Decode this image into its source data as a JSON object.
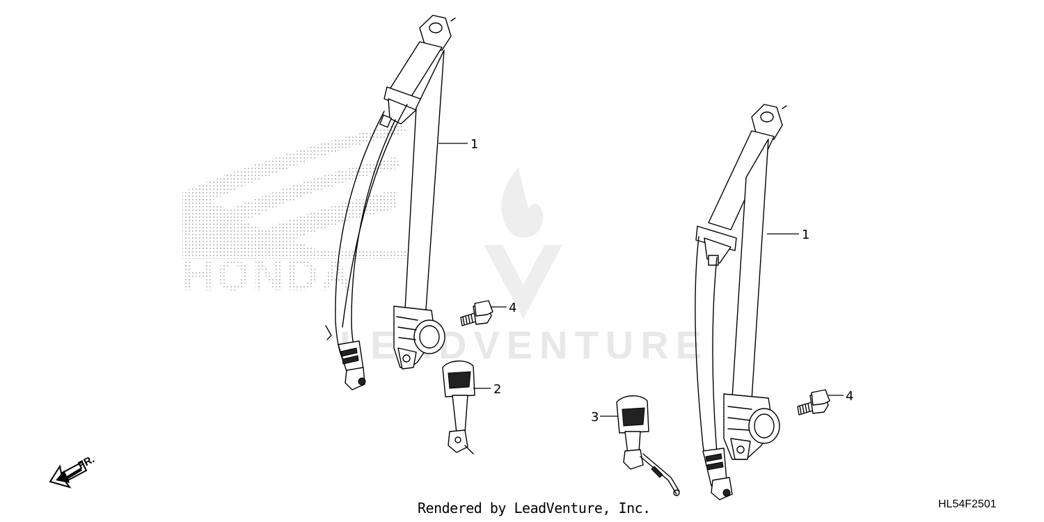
{
  "diagram": {
    "callouts": {
      "left_belt": "1",
      "buckle_left": "2",
      "buckle_right": "3",
      "bolt_left": "4",
      "right_belt": "1",
      "bolt_right": "4"
    },
    "direction_label": "FR.",
    "watermark_brand": "HONDA",
    "watermark_vendor": "LEADVENTURE"
  },
  "footer": {
    "credit": "Rendered by LeadVenture, Inc.",
    "diagram_code": "HL54F2501"
  }
}
